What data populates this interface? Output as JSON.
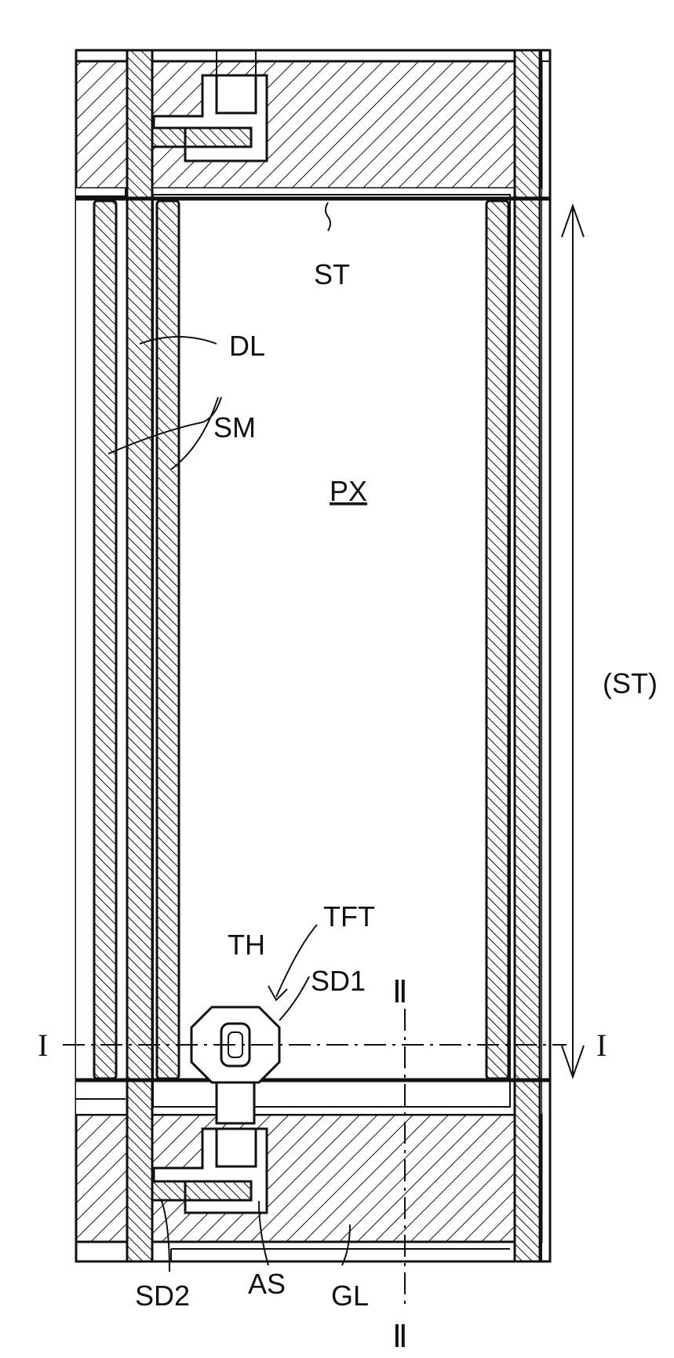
{
  "labels": {
    "st": "ST",
    "dl": "DL",
    "sm": "SM",
    "px": "PX",
    "st_paren": "(ST)",
    "th": "TH",
    "tft": "TFT",
    "sd1": "SD1",
    "sd2": "SD2",
    "as": "AS",
    "gl": "GL",
    "sec_i_left": "I",
    "sec_i_right": "I",
    "sec_ii_top": "Ⅱ",
    "sec_ii_bottom": "Ⅱ"
  }
}
